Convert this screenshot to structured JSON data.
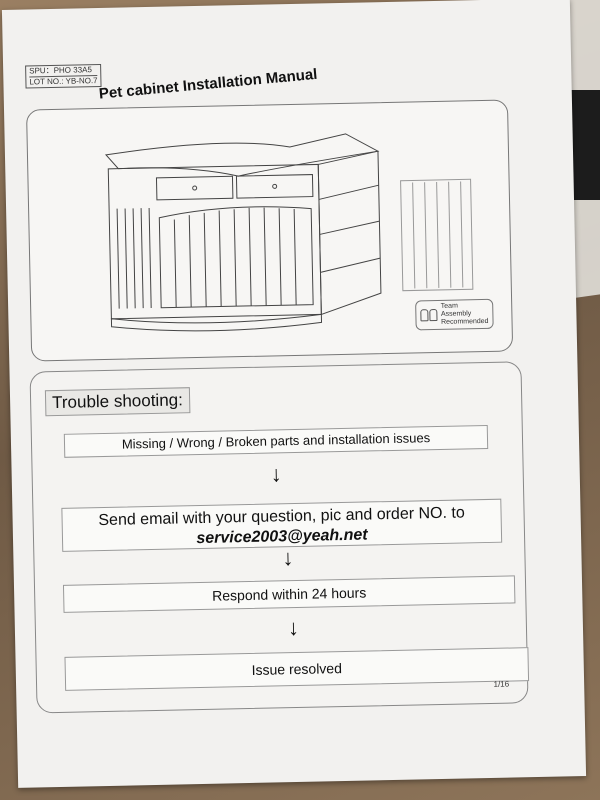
{
  "header": {
    "spu": "SPU：PHO 33A5",
    "lot": "LOT NO.: YB-NO.7",
    "title": "Pet cabinet Installation Manual"
  },
  "illustration": {
    "badge_line1": "Team",
    "badge_line2": "Assembly",
    "badge_line3": "Recommended"
  },
  "troubleshooting": {
    "heading": "Trouble shooting:",
    "step1": "Missing / Wrong / Broken parts and installation issues",
    "step2_text": "Send email with your question, pic and order NO. to",
    "step2_email": "service2003@yeah.net",
    "step3": "Respond within 24 hours",
    "step4": "Issue resolved"
  },
  "footer": {
    "page": "1/16"
  },
  "colors": {
    "paper": "#f2f1ef",
    "cardboard": "#8a7158",
    "ink": "#111111"
  }
}
